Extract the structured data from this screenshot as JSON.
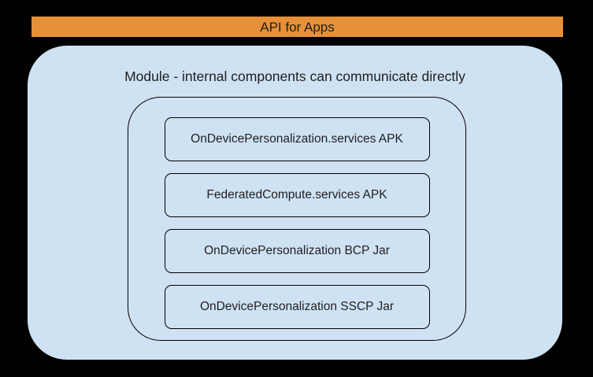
{
  "colors": {
    "canvas": "#000000",
    "banner-fill": "#E69138",
    "module-fill": "#CFE2F3",
    "outline": "#000000",
    "text": "#1F1F1F"
  },
  "banner": {
    "label": "API for Apps"
  },
  "module": {
    "title": "Module - internal components can communicate directly",
    "components": [
      {
        "label": "OnDevicePersonalization.services APK"
      },
      {
        "label": "FederatedCompute.services APK"
      },
      {
        "label": "OnDevicePersonalization BCP Jar"
      },
      {
        "label": "OnDevicePersonalization SSCP Jar"
      }
    ]
  }
}
